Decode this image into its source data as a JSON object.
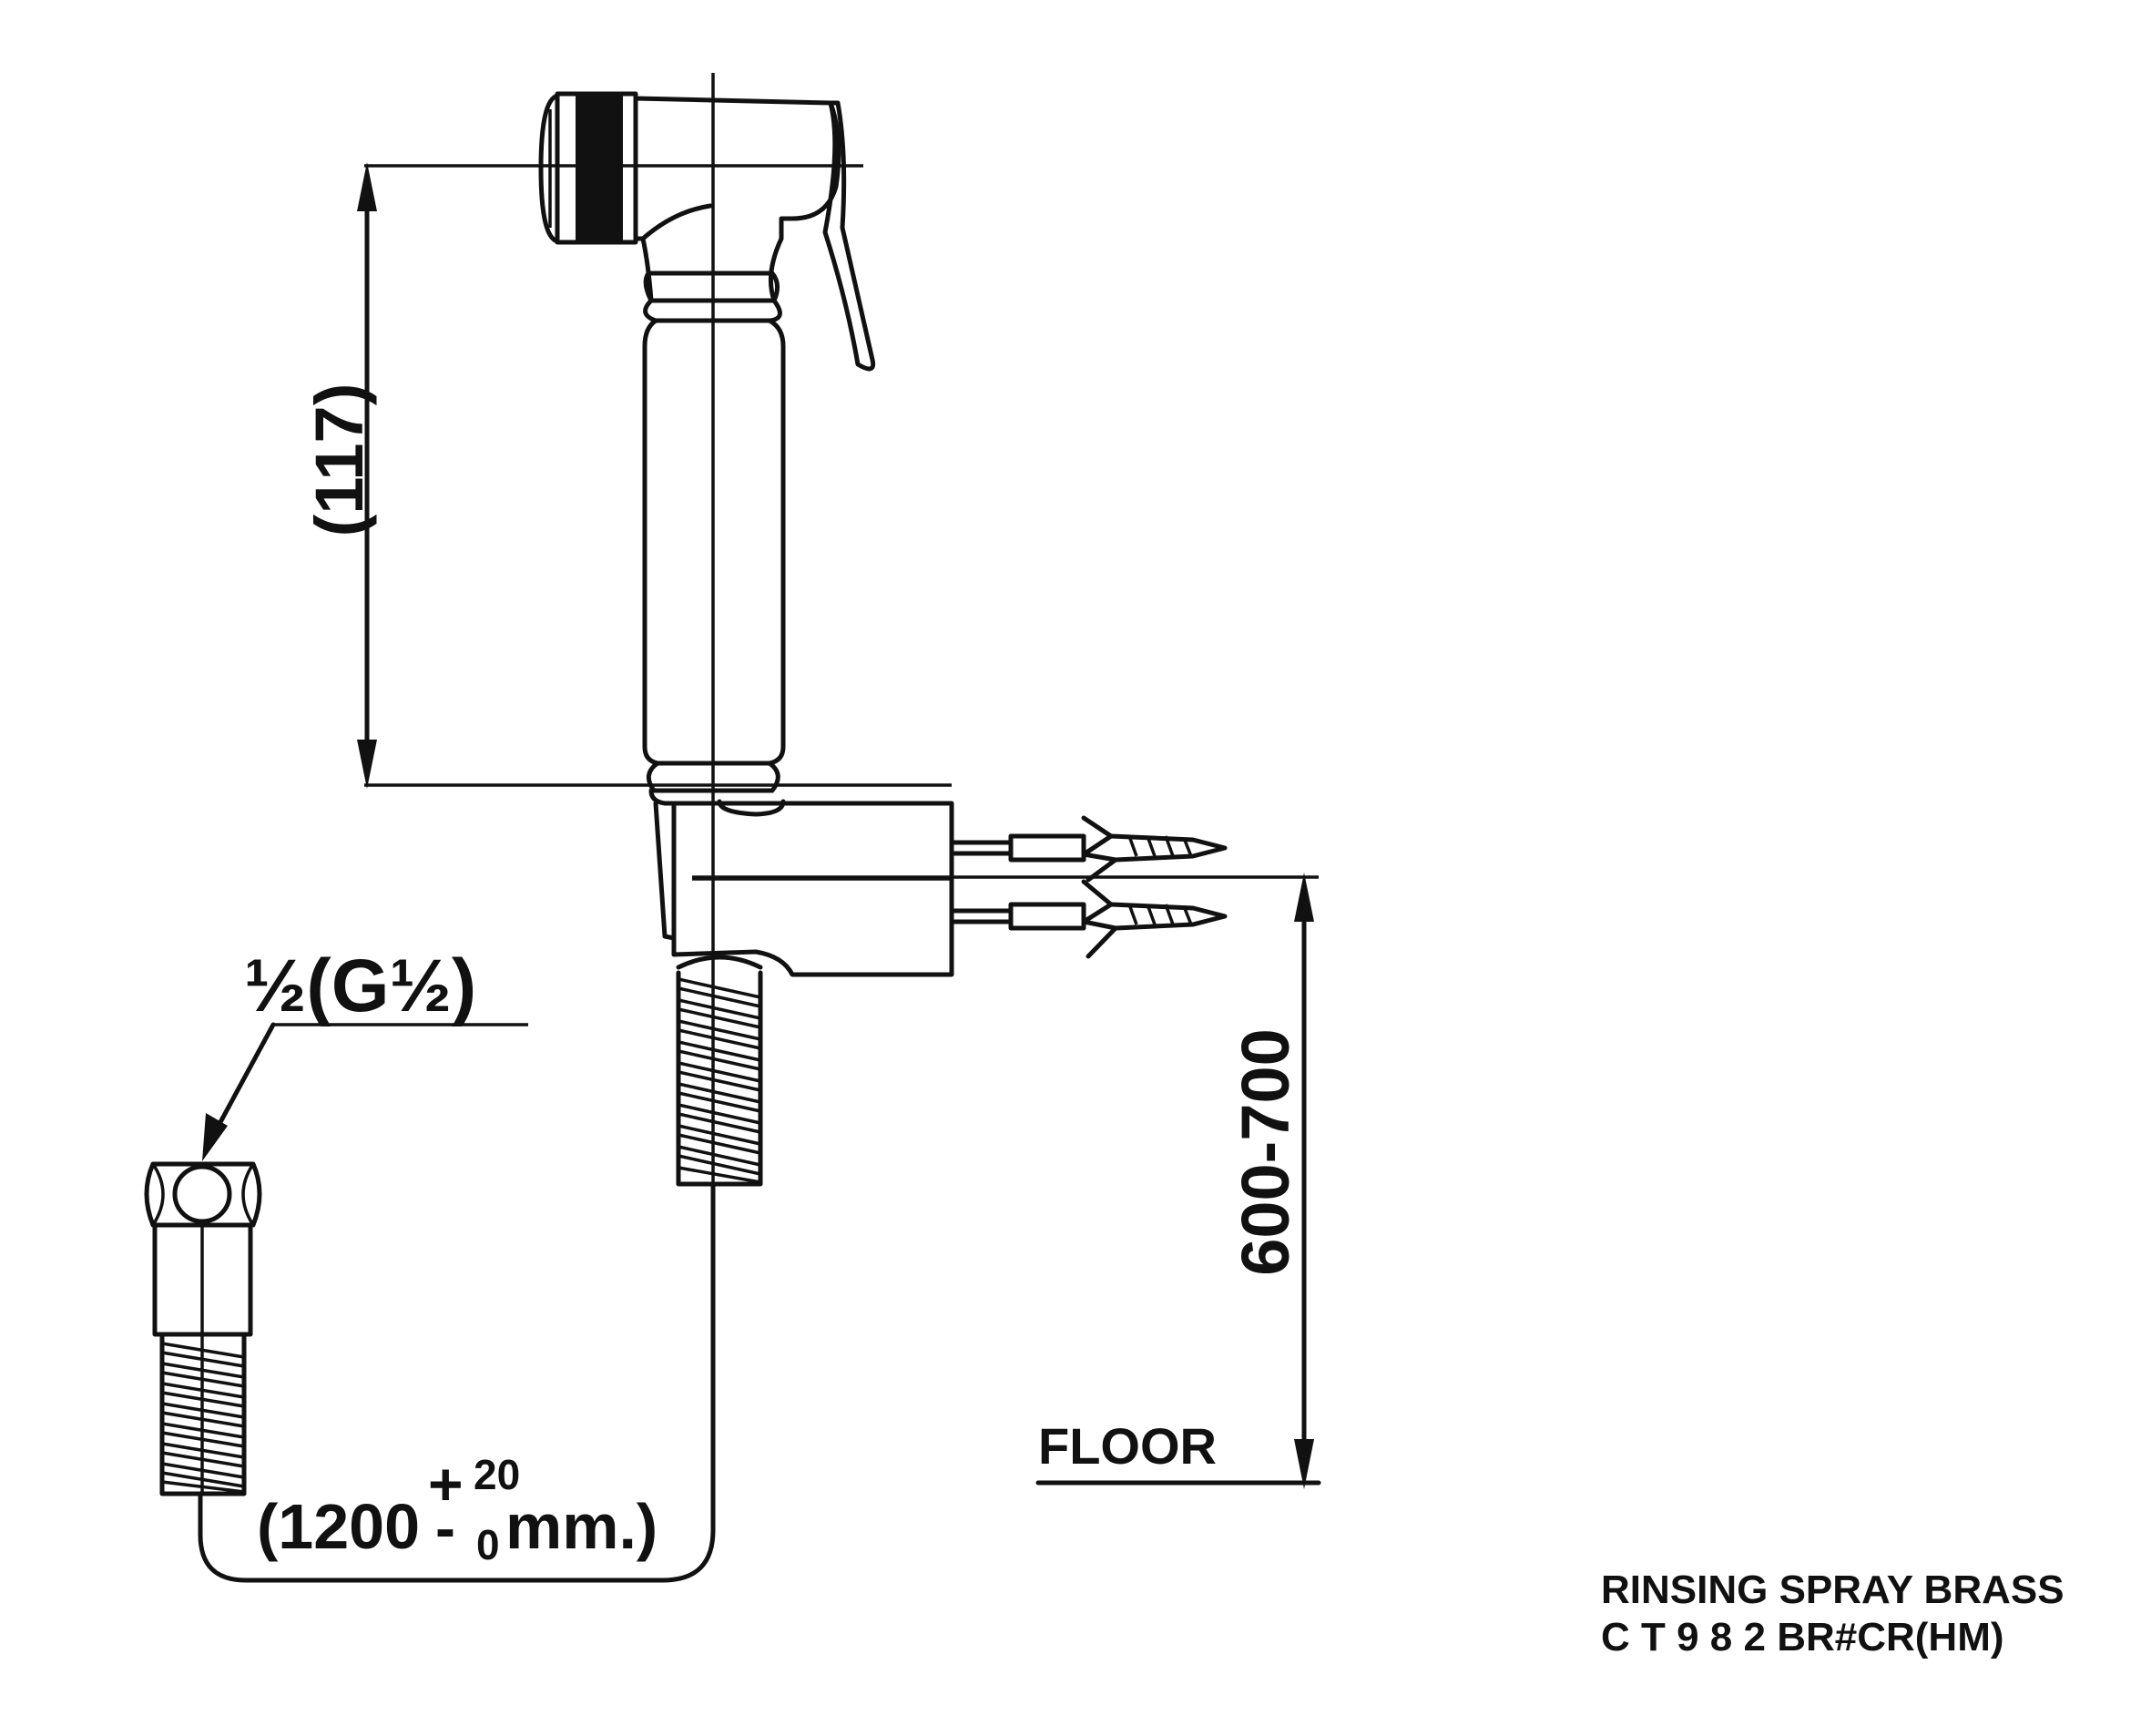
{
  "title": {
    "line1": "RINSING SPRAY BRASS",
    "line2": "C T 9 8 2 BR#CR(HM)"
  },
  "dimensions": {
    "handle_height": "(117)",
    "mount_height": "600-700",
    "connector": "½(G½)",
    "hose_length_main": "(1200",
    "hose_tol_plus": "+",
    "hose_tol_plus_value": "20",
    "hose_tol_minus": "-",
    "hose_tol_minus_value": "0",
    "hose_unit": "mm.)"
  },
  "labels": {
    "floor": "FLOOR"
  }
}
